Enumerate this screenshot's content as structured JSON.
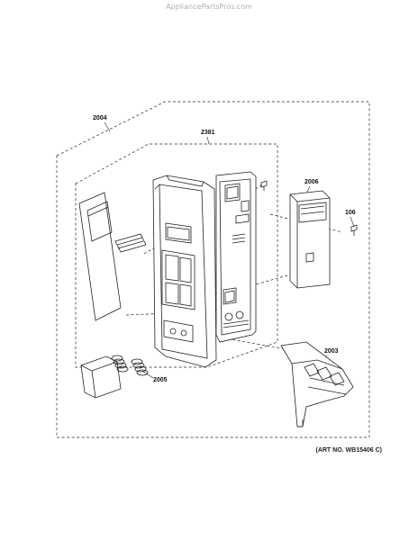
{
  "watermark": "AppliancePartsPros.com",
  "art_number": "(ART NO. WB15406 C)",
  "callouts": {
    "assembly_outer": "2004",
    "assembly_inner": "2381",
    "bracket": "2006",
    "screw": "106",
    "latch": "2003",
    "button_springs": "2005"
  }
}
